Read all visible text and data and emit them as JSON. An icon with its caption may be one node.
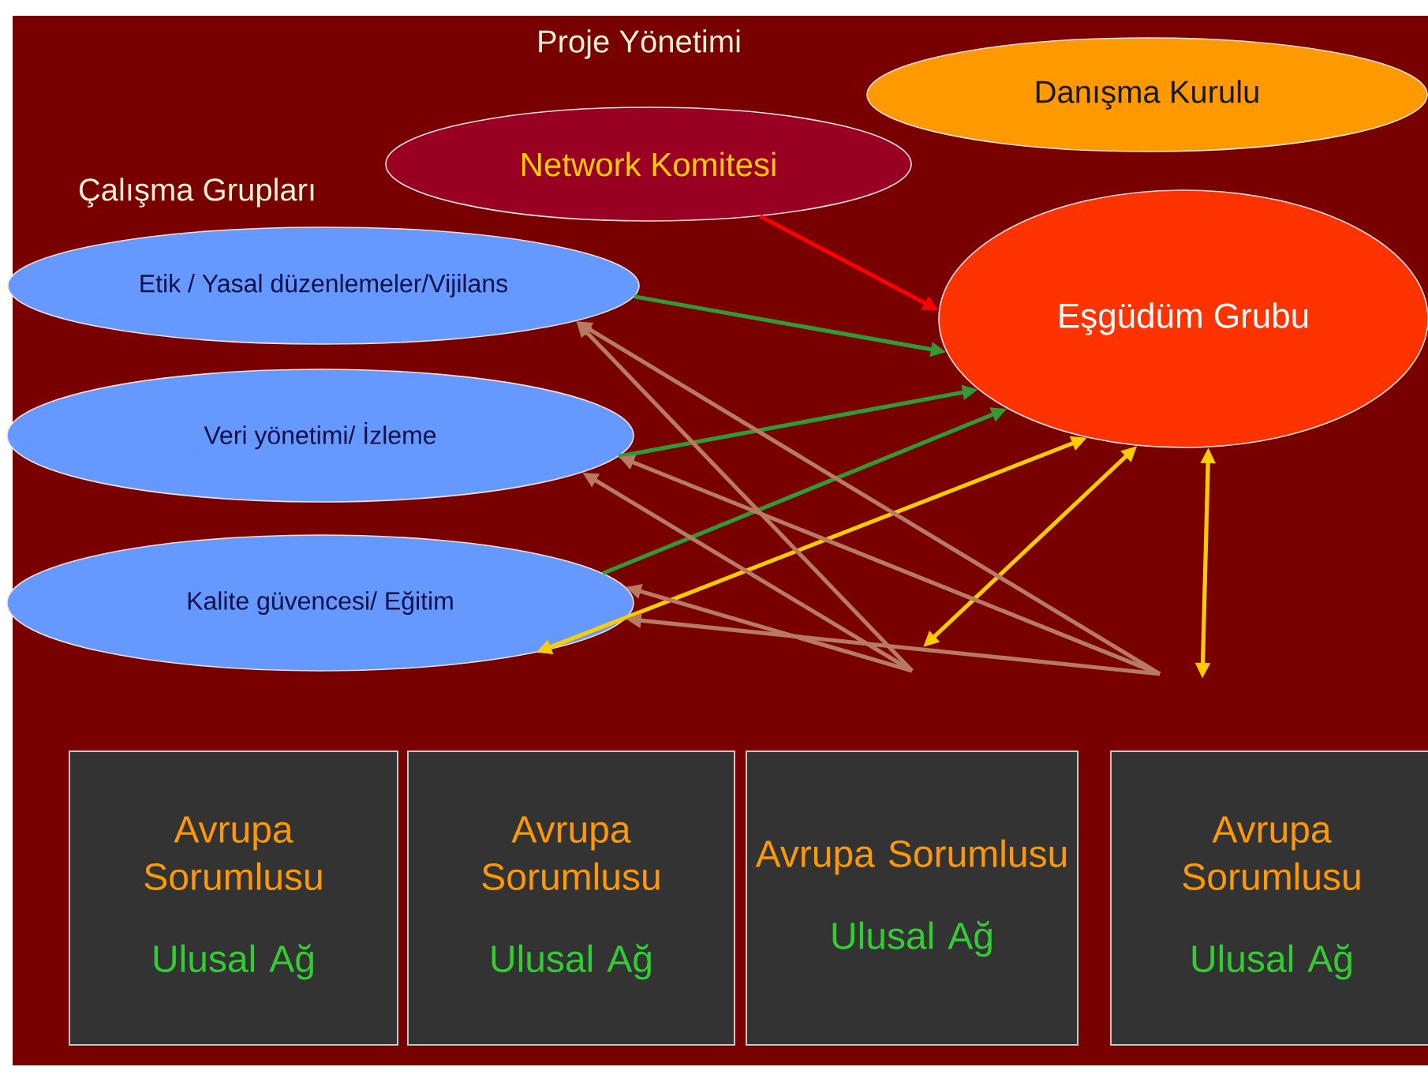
{
  "diagram": {
    "nodes": [
      {
        "text": [
          "Danışma Kurulu"
        ]
      },
      {
        "text": [
          "Network Komitesi"
        ]
      },
      {
        "text": [
          "Eşgüdüm Grubu"
        ]
      },
      {
        "text": [
          "Etik / Yasal düzenlemeler/Vijilans"
        ]
      },
      {
        "text": [
          "Veri yönetimi/ İzleme"
        ]
      },
      {
        "text": [
          "Kalite güvencesi/ Eğitim"
        ]
      },
      {
        "text": [
          "Avrupa Sorumlusu",
          "Ulusal Ağ"
        ]
      },
      {
        "text": [
          "Avrupa Sorumlusu",
          "Ulusal Ağ"
        ]
      },
      {
        "text": [
          "Avrupa Sorumlusu",
          "Ulusal Ağ"
        ]
      },
      {
        "text": [
          "Avrupa Sorumlusu",
          "Ulusal Ağ"
        ]
      }
    ],
    "edges": [
      {
        "from": 1,
        "to": 2,
        "arrow": "to",
        "color": "#ff0000"
      },
      {
        "from": 3,
        "to": 2,
        "arrow": "to",
        "color": "#339933"
      },
      {
        "from": 4,
        "to": 2,
        "arrow": "to",
        "color": "#339933"
      },
      {
        "from": 5,
        "to": 2,
        "arrow": "to",
        "color": "#339933"
      },
      {
        "from": 5,
        "to": 2,
        "arrow": "both",
        "color": "#ffcc00"
      },
      {
        "from": null,
        "to": 2,
        "arrow": "both",
        "color": "#ffcc00"
      },
      {
        "from": 2,
        "to": null,
        "arrow": "both",
        "color": "#ffcc00"
      },
      {
        "from": null,
        "to": 3,
        "arrow": "to"
      },
      {
        "from": null,
        "to": 4,
        "arrow": "to"
      },
      {
        "from": null,
        "to": 5,
        "arrow": "to"
      },
      {
        "from": null,
        "to": 3,
        "arrow": "to"
      },
      {
        "from": null,
        "to": 4,
        "arrow": "to"
      },
      {
        "from": null,
        "to": 5,
        "arrow": "to"
      }
    ],
    "labels": [
      "Proje Yönetimi",
      "Çalışma Grupları"
    ]
  }
}
